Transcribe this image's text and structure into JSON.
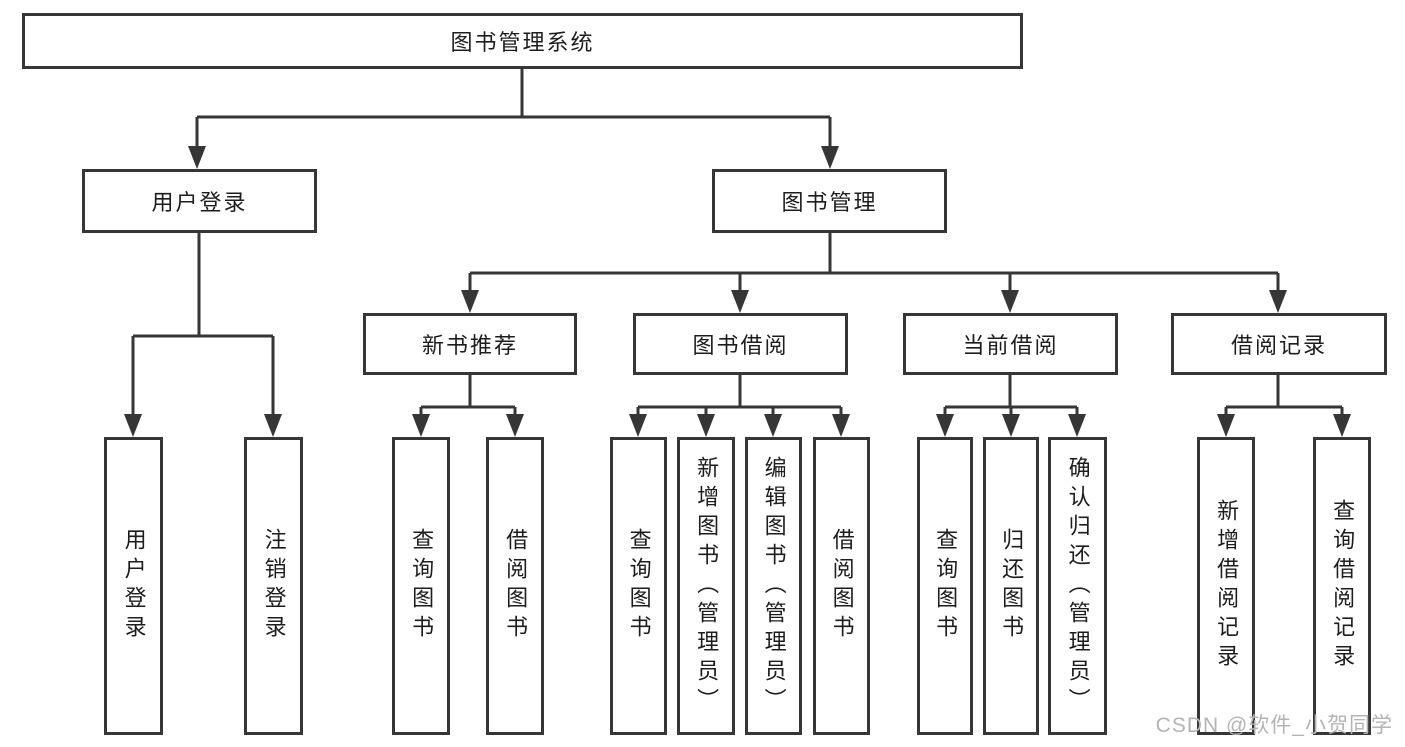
{
  "tree": {
    "label": "图书管理系统",
    "children": [
      {
        "label": "用户登录",
        "children": [
          {
            "label": "用户登录"
          },
          {
            "label": "注销登录"
          }
        ]
      },
      {
        "label": "图书管理",
        "children": [
          {
            "label": "新书推荐",
            "children": [
              {
                "label": "查询图书"
              },
              {
                "label": "借阅图书"
              }
            ]
          },
          {
            "label": "图书借阅",
            "children": [
              {
                "label": "查询图书"
              },
              {
                "label": "新增图书（管理员）"
              },
              {
                "label": "编辑图书（管理员）"
              },
              {
                "label": "借阅图书"
              }
            ]
          },
          {
            "label": "当前借阅",
            "children": [
              {
                "label": "查询图书"
              },
              {
                "label": "归还图书"
              },
              {
                "label": "确认归还（管理员）"
              }
            ]
          },
          {
            "label": "借阅记录",
            "children": [
              {
                "label": "新增借阅记录"
              },
              {
                "label": "查询借阅记录"
              }
            ]
          }
        ]
      }
    ]
  },
  "watermark": {
    "text": "CSDN @软件_小贺同学"
  },
  "colors": {
    "line": "#363636",
    "box_border": "#363636",
    "box_fill": "#ffffff",
    "text": "#1d1d1d",
    "watermark": "#b4b4b4"
  }
}
